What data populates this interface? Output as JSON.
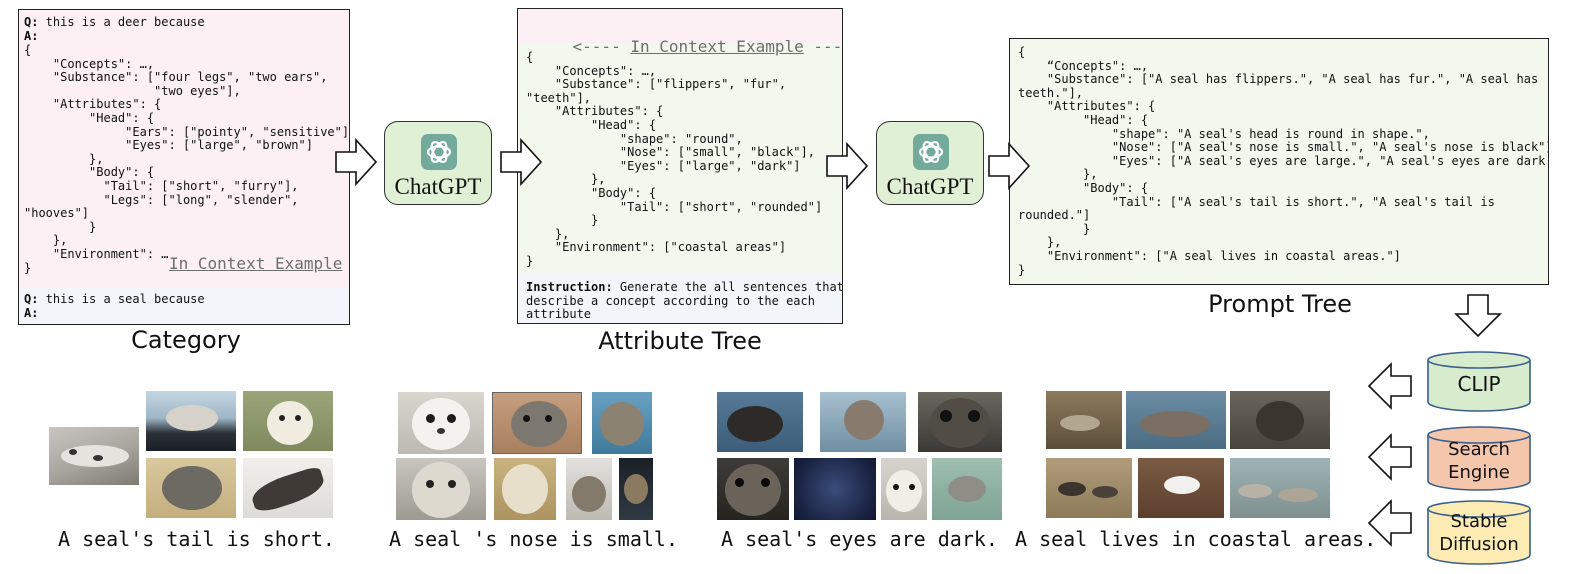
{
  "category_panel": {
    "q1": "Q:",
    "q1_text": " this is a deer because",
    "a1": "A:",
    "json_text": "{\n    \"Concepts\": …,\n    \"Substance\": [\"four legs\", \"two ears\",\n                  \"two eyes\"],\n    \"Attributes\": {\n         \"Head\": {\n              \"Ears\": [\"pointy\", \"sensitive\"],\n              \"Eyes\": [\"large\", \"brown\"]\n         },\n         \"Body\": {\n           \"Tail\": [\"short\", \"furry\"],\n           \"Legs\": [\"long\", \"slender\",\n\"hooves\"]\n         }\n    },\n    \"Environment\": …\n}",
    "in_context_label": "In Context Example",
    "q2": "Q:",
    "q2_text": " this is a seal because",
    "a2": "A:"
  },
  "attribute_panel": {
    "header": "<---- In Context Example ---->",
    "header_left": "<----",
    "header_mid": "In Context Example",
    "header_right": "---->",
    "json_text": "{\n    \"Concepts\": …,\n    \"Substance\": [\"flippers\", \"fur\",\n\"teeth\"],\n    \"Attributes\": {\n         \"Head\": {\n             \"shape\": \"round\",\n             \"Nose\": [\"small\", \"black\"],\n             \"Eyes\": [\"large\", \"dark\"]\n         },\n         \"Body\": {\n             \"Tail\": [\"short\", \"rounded\"]\n         }\n    },\n    \"Environment\": [\"coastal areas\"]\n}",
    "instruction_label": "Instruction:",
    "instruction_text": " Generate the all sentences that\ndescribe a concept according to the each\nattribute"
  },
  "prompt_panel": {
    "json_text": "{\n    “Concepts\": …,\n    \"Substance\": [\"A seal has flippers.\", \"A seal has fur.\", \"A seal has\nteeth.\"],\n    \"Attributes\": {\n         \"Head\": {\n             \"shape\": \"A seal's head is round in shape.\",\n             \"Nose\": [\"A seal's nose is small.\", \"A seal's nose is black\"],\n             \"Eyes\": [\"A seal's eyes are large.\", \"A seal's eyes are dark.\"]\n         },\n         \"Body\": {\n             \"Tail\": [\"A seal's tail is short.\", \"A seal's tail is\nrounded.\"]\n         }\n    },\n    \"Environment\": [\"A seal lives in coastal areas.\"]\n}"
  },
  "chatgpt": {
    "label_1": "ChatGPT",
    "label_2": "ChatGPT"
  },
  "captions": {
    "category": "Category",
    "attribute_tree": "Attribute Tree",
    "prompt_tree": "Prompt Tree"
  },
  "sources": {
    "clip": "CLIP",
    "search_line1": "Search",
    "search_line2": "Engine",
    "stable_line1": "Stable",
    "stable_line2": "Diffusion"
  },
  "seal_captions": {
    "tail": "A seal's tail is short.",
    "nose": "A seal 's nose is small.",
    "eyes": "A seal's eyes are dark.",
    "coastal": "A seal lives in coastal areas."
  },
  "colors": {
    "pink_panel": "#fcf0f5",
    "blue_panel": "#f2f6fa",
    "green_panel": "#f3f8ee",
    "chatgpt_fill": "#dff0d4",
    "clip_fill": "#d7ebcd",
    "search_fill": "#f4c7ad",
    "stable_fill": "#fcecb4",
    "in_context_text": "#6e6e6e"
  }
}
